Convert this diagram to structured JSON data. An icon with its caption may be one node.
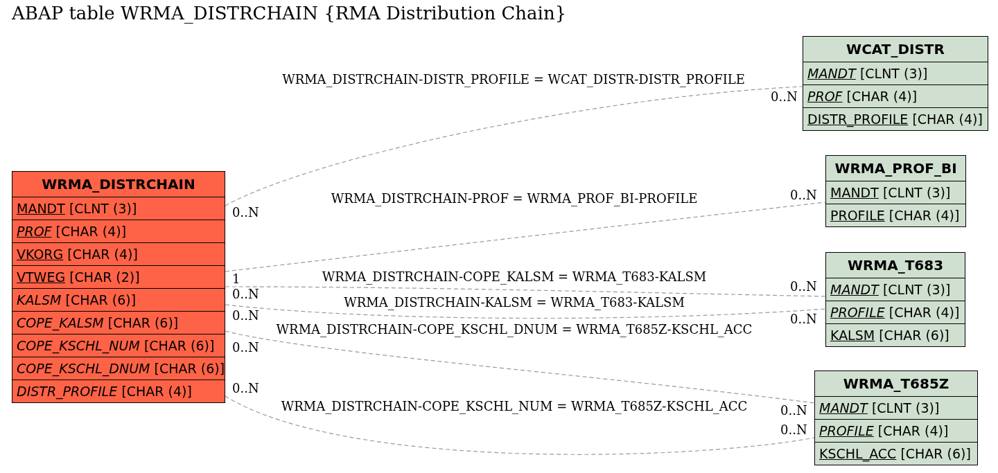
{
  "diagram": {
    "title": "ABAP table WRMA_DISTRCHAIN {RMA Distribution Chain}",
    "nodes": [
      {
        "text": [
          "WRMA_DISTRCHAIN",
          "MANDT [CLNT (3)]",
          "*PROF* [CHAR (4)]",
          "VKORG [CHAR (4)]",
          "VTWEG [CHAR (2)]",
          "*KALSM* [CHAR (6)]",
          "*COPE_KALSM* [CHAR (6)]",
          "*COPE_KSCHL_NUM* [CHAR (6)]",
          "*COPE_KSCHL_DNUM* [CHAR (6)]",
          "*DISTR_PROFILE* [CHAR (4)]"
        ]
      },
      {
        "text": [
          "WCAT_DISTR",
          "*MANDT* [CLNT (3)]",
          "*PROF* [CHAR (4)]",
          "DISTR_PROFILE [CHAR (4)]"
        ]
      },
      {
        "text": [
          "WRMA_PROF_BI",
          "MANDT [CLNT (3)]",
          "PROFILE [CHAR (4)]"
        ]
      },
      {
        "text": [
          "WRMA_T683",
          "*MANDT* [CLNT (3)]",
          "*PROFILE* [CHAR (4)]",
          "KALSM [CHAR (6)]"
        ]
      },
      {
        "text": [
          "WRMA_T685Z",
          "*MANDT* [CLNT (3)]",
          "*PROFILE* [CHAR (4)]",
          "KSCHL_ACC [CHAR (6)]"
        ]
      }
    ],
    "edges": [
      {
        "from": 0,
        "to": 1,
        "arrow": "none",
        "style": "dashed",
        "label": "WRMA_DISTRCHAIN-DISTR_PROFILE = WCAT_DISTR-DISTR_PROFILE"
      },
      {
        "from": 0,
        "to": 2,
        "arrow": "none",
        "style": "dashed",
        "label": "WRMA_DISTRCHAIN-PROF = WRMA_PROF_BI-PROFILE"
      },
      {
        "from": 0,
        "to": 3,
        "arrow": "none",
        "style": "dashed",
        "label": "WRMA_DISTRCHAIN-COPE_KALSM = WRMA_T683-KALSM"
      },
      {
        "from": 0,
        "to": 3,
        "arrow": "none",
        "style": "dashed",
        "label": "WRMA_DISTRCHAIN-KALSM = WRMA_T683-KALSM"
      },
      {
        "from": 0,
        "to": 4,
        "arrow": "none",
        "style": "dashed",
        "label": "WRMA_DISTRCHAIN-COPE_KSCHL_DNUM = WRMA_T685Z-KSCHL_ACC"
      },
      {
        "from": 0,
        "to": 4,
        "arrow": "none",
        "style": "dashed",
        "label": "WRMA_DISTRCHAIN-COPE_KSCHL_NUM = WRMA_T685Z-KSCHL_ACC"
      }
    ],
    "labels": [
      "0..N",
      "0..N",
      "0..N",
      "1",
      "0..N",
      "0..N",
      "0..N",
      "0..N",
      "0..N",
      "0..N",
      "0..N",
      "0..N"
    ]
  }
}
